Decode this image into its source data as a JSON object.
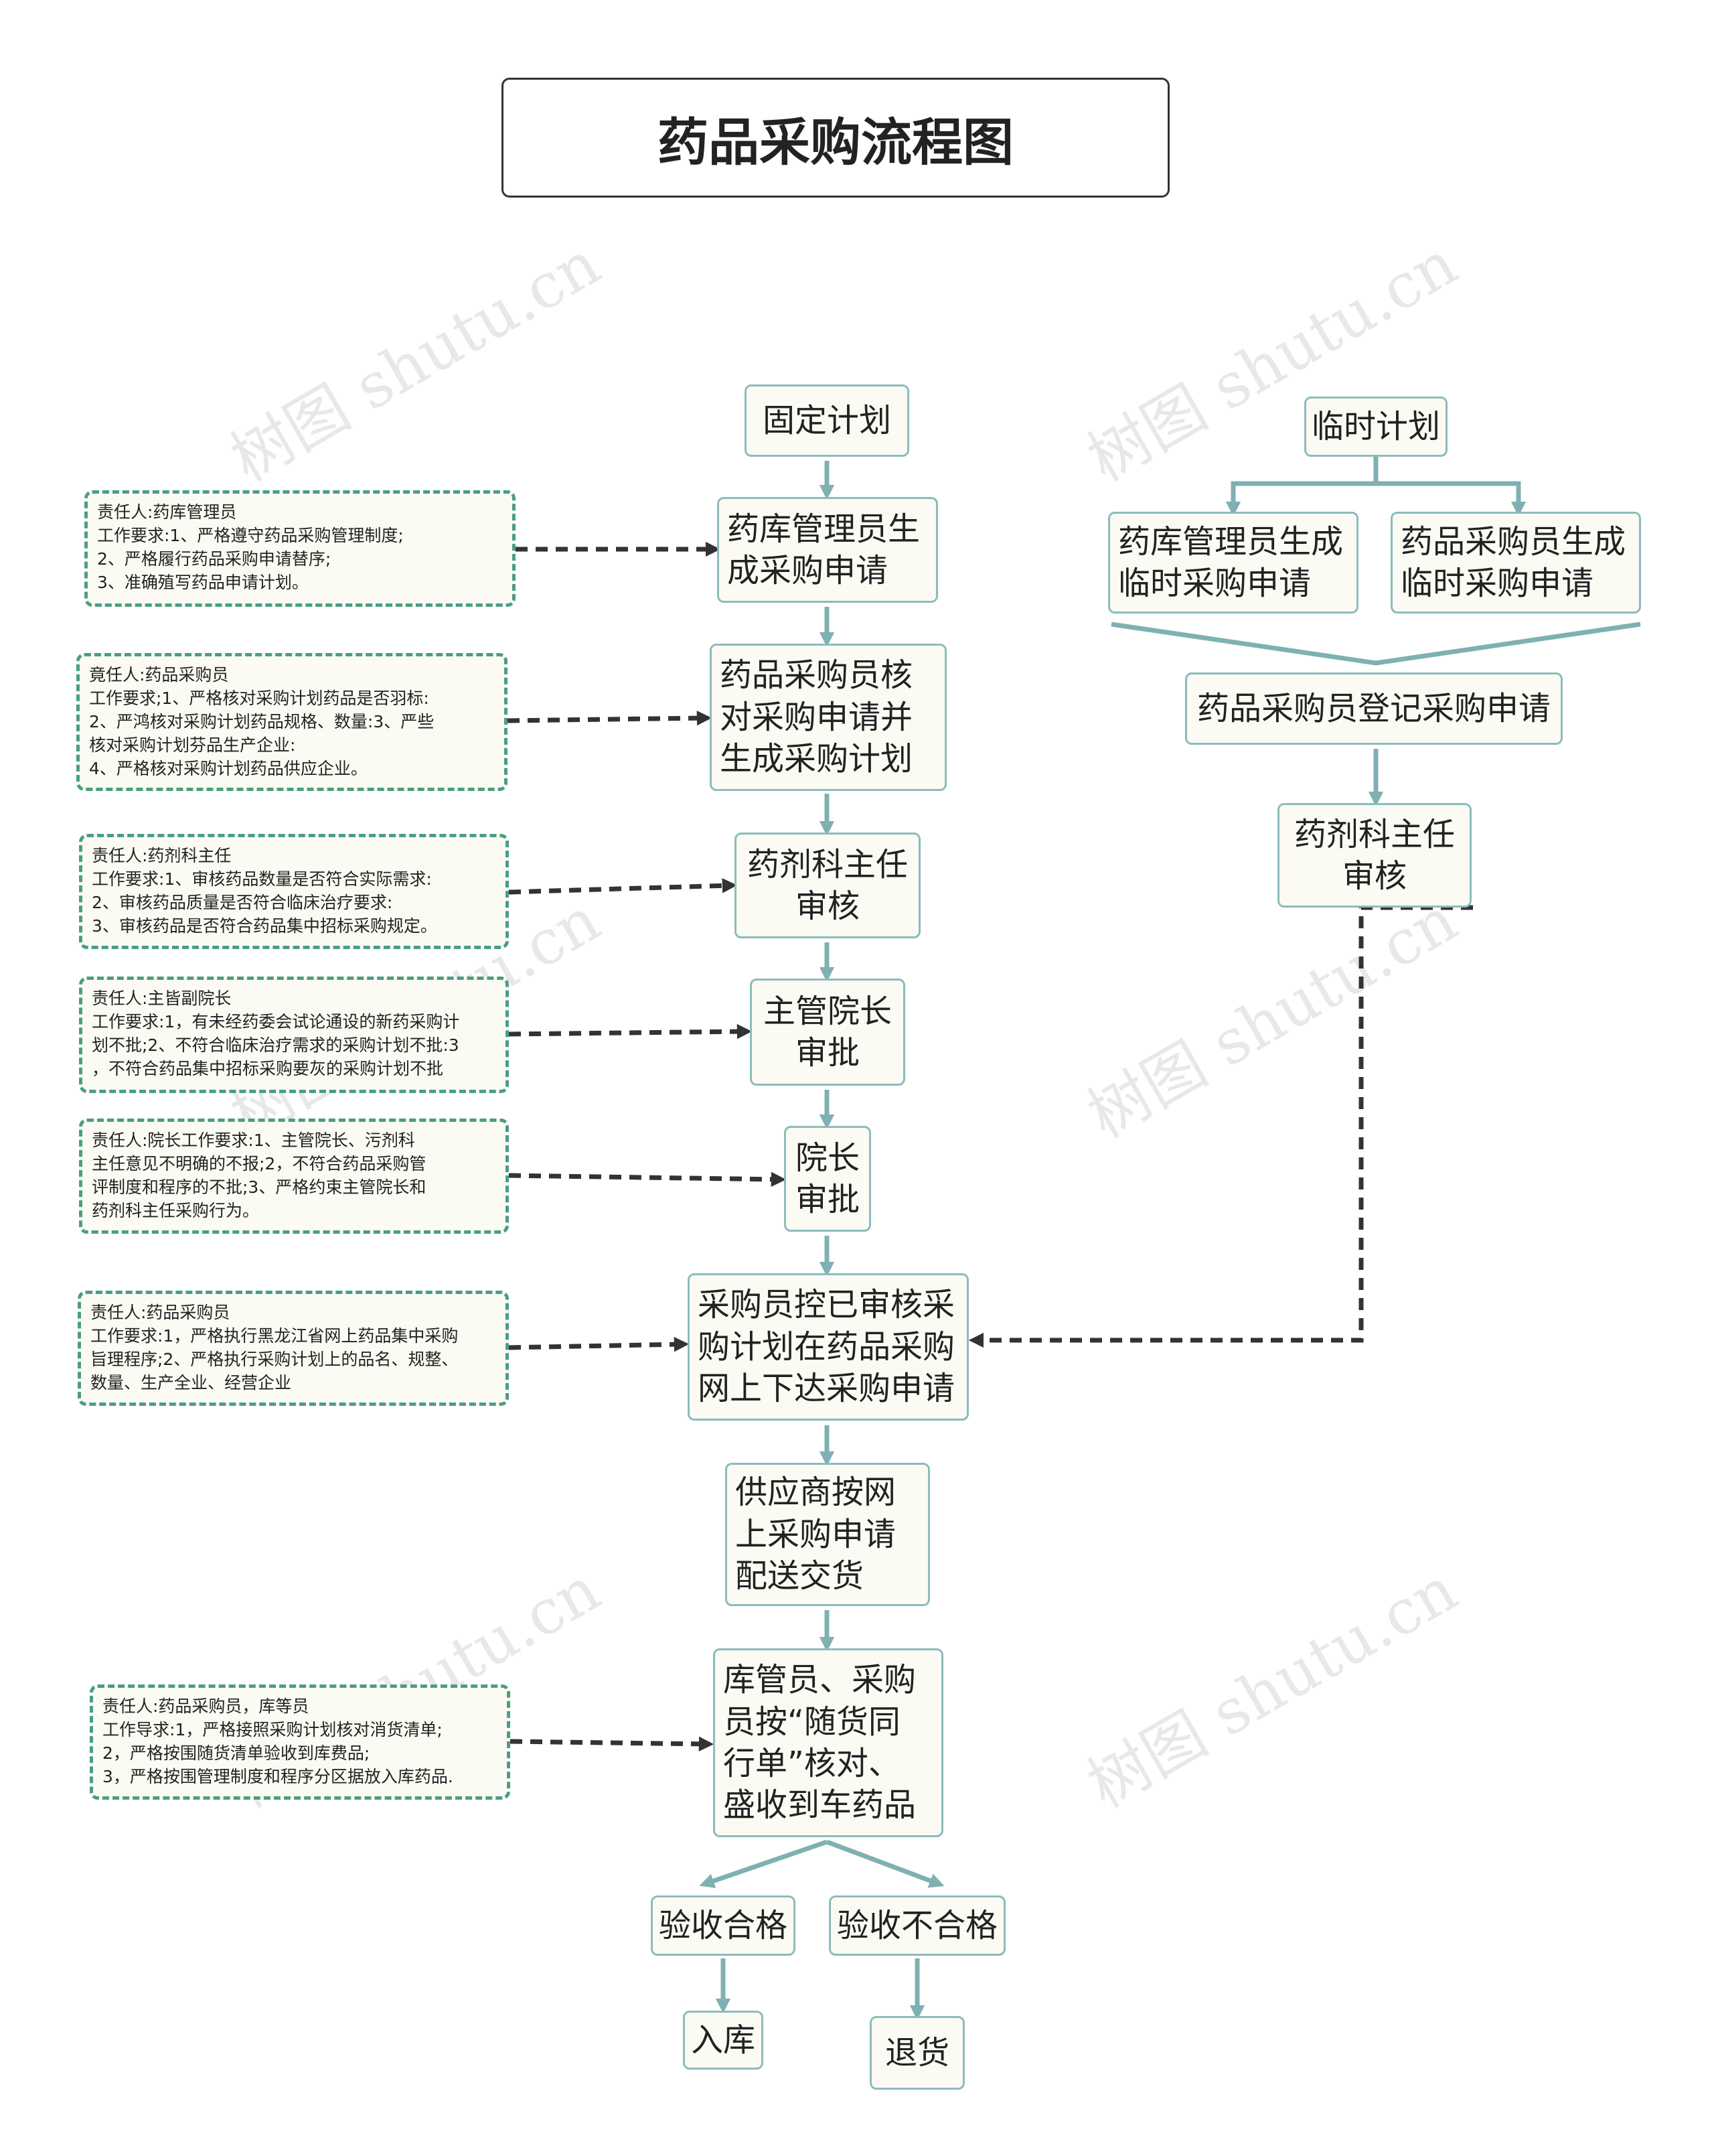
{
  "title": "药品采购流程图",
  "watermark": "树图 shutu.cn",
  "colors": {
    "solid_arrow": "#7fb0b3",
    "dashed_arrow": "#333333",
    "node_border": "#8bbcbd",
    "note_border": "#4a9e82",
    "node_fill": "#fbfaf3"
  },
  "main": {
    "fixed_plan": "固定计划",
    "step1": [
      "药库管理员生",
      "成采购申请"
    ],
    "step2": [
      "药品采购员核",
      "对采购申请并",
      "生成采购计划"
    ],
    "step3": [
      "药剂科主任",
      "审核"
    ],
    "step4": [
      "主管院长",
      "审批"
    ],
    "step5": [
      "院长",
      "审批"
    ],
    "step6": [
      "采购员控已审核采",
      "购计划在药品采购",
      "网上下达采购申请"
    ],
    "step7": [
      "供应商按网",
      "上采购申请",
      "配送交货"
    ],
    "step8": [
      "库管员、采购",
      "员按“随货同",
      "行单”核对、",
      "盛收到车药品"
    ],
    "pass": "验收合格",
    "fail": "验收不合格",
    "store": "入库",
    "return": "退货"
  },
  "temp": {
    "temp_plan": "临时计划",
    "branch_a": [
      "药库管理员生成",
      "临时采购申请"
    ],
    "branch_b": [
      "药品采购员生成",
      "临时采购申请"
    ],
    "register": "药品采购员登记采购申请",
    "review": [
      "药剂科主任",
      "审核"
    ]
  },
  "notes": {
    "n1": [
      "责任人:药库管理员",
      "工作要求:1、严格遵守药品采购管理制度;",
      "2、严格履行药品采购申请替序;",
      "3、准确殖写药品申请计划。"
    ],
    "n2": [
      "竟任人:药品采购员",
      "工作要求;1、严格核对采购计划药品是否羽标:",
      "2、严鸿核对采购计划药品规格、数量:3、严些",
      "核对采购计划芬品生产企业:",
      "4、严格核对采购计划药品供应企业。"
    ],
    "n3": [
      "责任人:药剂科主任",
      "工作要求:1、审核药品数量是否符合实际需求:",
      "2、审核药品质量是否符合临床治疗要求:",
      "3、审核药品是否符合药品集中招标采购规定。"
    ],
    "n4": [
      "责任人:主皆副院长",
      "工作要求:1，有未经药委会试论通设的新药采购计",
      "划不批;2、不符合临床治疗需求的采购计划不批:3",
      "，不符合药品集中招标采购要灰的采购计划不批"
    ],
    "n5": [
      "责任人:院长工作要求:1、主管院长、污剂科",
      "主任意见不明确的不报;2，不符合药品采购管",
      "评制度和程序的不批;3、严格约束主管院长和",
      "药剂科主任采购行为。"
    ],
    "n6": [
      "责任人:药品采购员",
      "工作要求:1，严格执行黑龙江省网上药品集中采购",
      "旨理程序;2、严格执行采购计划上的品名、规整、",
      "数量、生产全业、经营企业"
    ],
    "n7": [
      "责任人:药品采购员，库等员",
      "工作导求:1，严格接照采购计划核对消货清单;",
      "2，严格按围随货清单验收到库费品;",
      "3，严格按围管理制度和程序分区据放入库药品."
    ]
  }
}
